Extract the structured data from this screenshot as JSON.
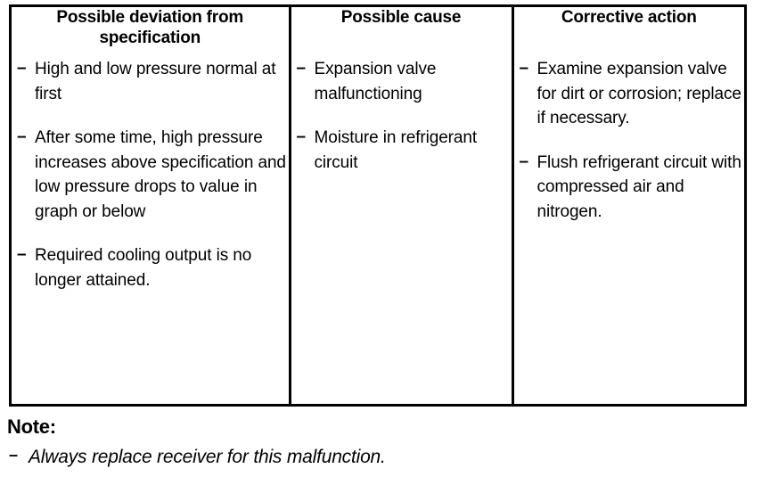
{
  "document": {
    "type": "troubleshooting-table",
    "bullet_glyph": "–"
  },
  "table": {
    "headers": [
      "Possible deviation from specification",
      "Possible cause",
      "Corrective action"
    ],
    "rows": [
      {
        "deviation": [
          "High and low pressure normal at first",
          "After some time, high pressure increases above specification and low pressure drops to value in graph or below",
          "Required cooling output is no longer attained."
        ],
        "cause": [
          "Expansion valve malfunctioning",
          "Moisture in refrigerant circuit"
        ],
        "action": [
          "Examine expansion valve for dirt or corrosion; replace if necessary.",
          "Flush refrigerant circuit with compressed air and nitrogen."
        ]
      }
    ]
  },
  "note": {
    "title": "Note:",
    "items": [
      "Always replace receiver for this malfunction."
    ]
  },
  "colors": {
    "text": "#000000",
    "background": "#ffffff",
    "border": "#000000"
  }
}
